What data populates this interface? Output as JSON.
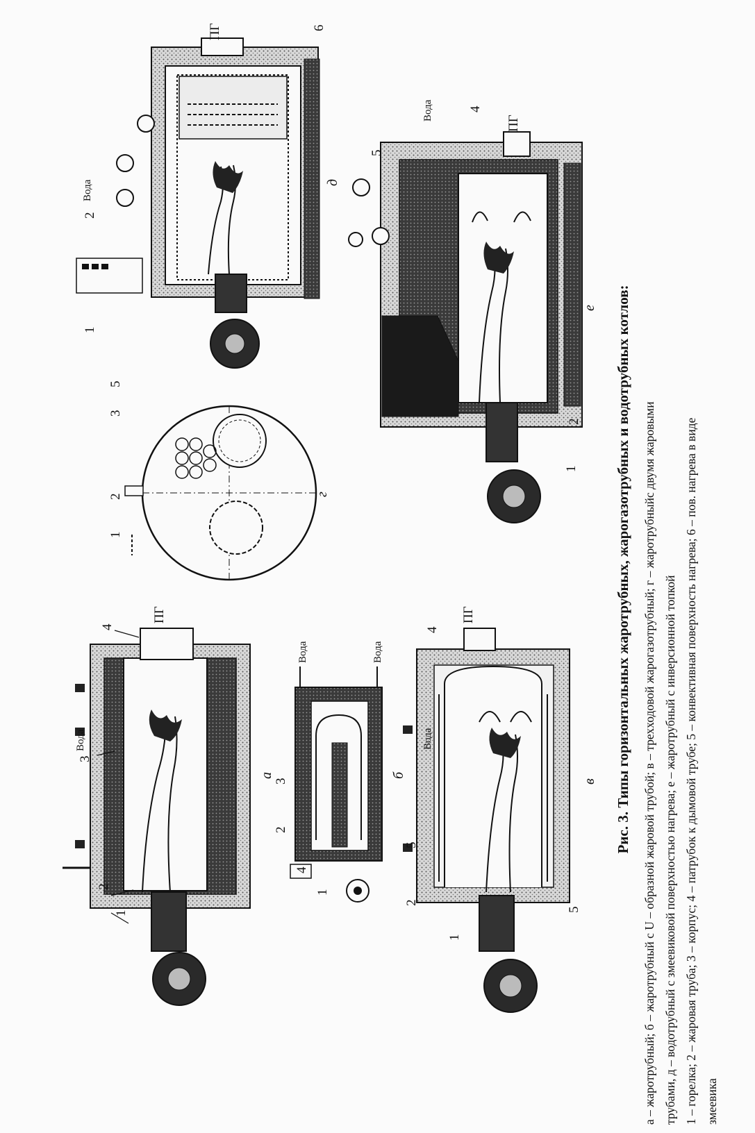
{
  "figure": {
    "flue_gas_label": "ПГ",
    "water_label": "Вода",
    "panel_letters": {
      "a": "а",
      "b": "б",
      "v": "в",
      "g": "г",
      "d": "д",
      "e": "е"
    },
    "part_numbers": [
      "1",
      "2",
      "3",
      "4",
      "5",
      "6"
    ]
  },
  "caption": {
    "title": "Рис. 3. Типы горизонтальных жаротрубных, жарогазотрубных и водотрубных котлов:",
    "lines": [
      "а – жаротрубный; б – жаротрубный с U – образной жаровой трубой; в – трехходовой жарогазотрубный; г – жаротрубныйс двумя жаровыми",
      "трубами, д – водотрубный с змеевиковой поверхностью нагрева; е – жаротрубный с инверсионной топкой",
      "1 – горелка; 2 – жаровая труба; 3 – корпус; 4 – патрубок к дымовой трубе; 5 – конвективная поверхность нагрева; 6 – пов. нагрева в виде",
      "змеевика"
    ]
  }
}
